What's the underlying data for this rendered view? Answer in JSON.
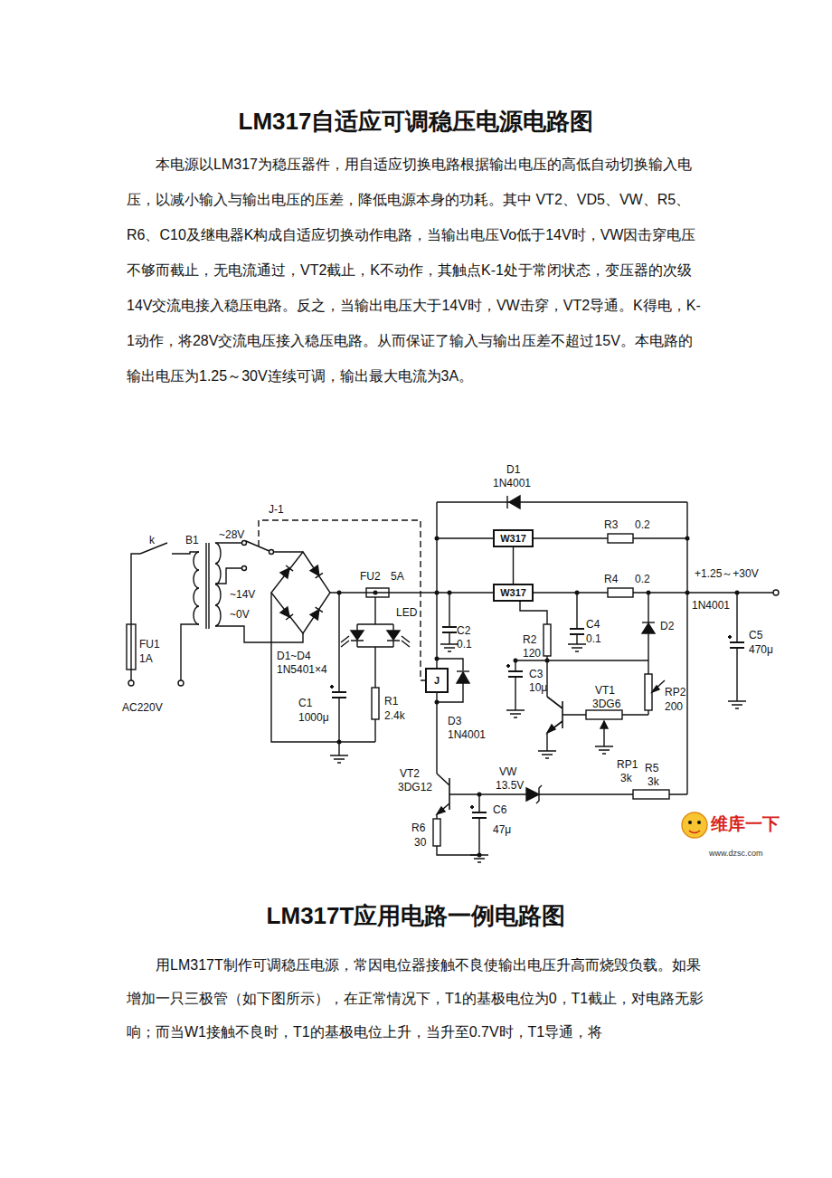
{
  "diagram": {
    "title": "LM317自适应可调稳压电源电路图",
    "nodes": [
      {
        "text": [
          "W317"
        ]
      },
      {
        "text": [
          "W317"
        ]
      },
      {
        "text": [
          "J"
        ]
      }
    ],
    "edges": [
      {
        "from": 0,
        "to": 1,
        "arrow": "none"
      }
    ],
    "labels": [
      "本电源以LM317为稳压器件，用自适应切换电路根据输出电压的高低自动切换输入电压，以减小输入与输出电压的压差，降低电源本身的功耗。其中 VT2、VD5、VW、R5、R6、C10及继电器K构成自适应切换动作电路，当输出电压Vo低于14V时，VW因击穿电压不够而截止，无电流通过，VT2截止，K不动作，其触点K-1处于常闭状态，变压器的次级14V交流电接入稳压电路。反之，当输出电压大于14V时，VW击穿，VT2导通。K得电，K-1动作，将28V交流电压接入稳压电路。从而保证了输入与输出压差不超过15V。本电路的输出电压为1.25～30V连续可调，输出最大电流为3A。",
      "D1",
      "1N4001",
      "R3",
      "0.2",
      "R4",
      "0.2",
      "+1.25～+30V",
      "J-1",
      "~28V",
      "k",
      "B1",
      "FU2",
      "5A",
      "~14V",
      "~0V",
      "LED",
      "C2",
      "0.1",
      "C4",
      "0.1",
      "D2",
      "1N4001",
      "C5",
      "470μ",
      "FU1",
      "1A",
      "AC220V",
      "D1~D4",
      "1N5401×4",
      "C1",
      "1000μ",
      "R1",
      "2.4k",
      "R2",
      "120",
      "C3",
      "10μ",
      "D3",
      "1N4001",
      "VT1",
      "3DG6",
      "RP2",
      "200",
      "RP1",
      "3k",
      "VT2",
      "3DG12",
      "VW",
      "13.5V",
      "R5",
      "3k",
      "R6",
      "30",
      "C6",
      "47μ",
      "维库一下",
      "www.dzsc.com",
      "LM317T应用电路一例电路图",
      "用LM317T制作可调稳压电源，常因电位器接触不良使输出电压升高而烧毁负载。如果增加一只三极管（如下图所示），在正常情况下，T1的基极电位为0，T1截止，对电路无影响；而当W1接触不良时，T1的基极电位上升，当升至0.7V时，T1导通，将"
    ]
  }
}
